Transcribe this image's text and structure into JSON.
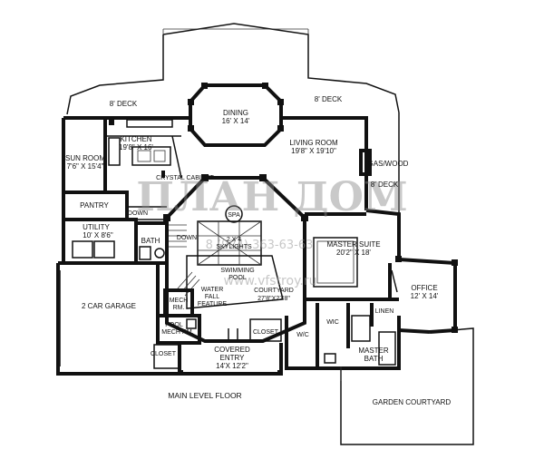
{
  "caption": "MAIN LEVEL FLOOR",
  "watermark": {
    "logo": "ПЛАН ДОМ",
    "phone": "8 (924) 363-63-63",
    "url": "www.vfstroy.ru"
  },
  "rooms": {
    "deck_left": "8' DECK",
    "deck_right": "8' DECK",
    "deck_side": "8' DECK",
    "dining_name": "DINING",
    "dining_size": "16' X 14'",
    "kitchen_name": "KITCHEN",
    "kitchen_size": "19'8\" X 16'",
    "sunroom_name": "SUN ROOM",
    "sunroom_size": "7'6\" X 15'4\"",
    "living_name": "LIVING ROOM",
    "living_size": "19'8\" X 19'10\"",
    "crystal_cabinet": "CRYSTAL CABINET",
    "gas_wood": "GAS/WOOD",
    "pantry": "PANTRY",
    "down_1": "DOWN",
    "down_2": "DOWN",
    "utility_name": "UTILITY",
    "utility_size": "10' X 8'6\"",
    "bath": "BATH",
    "spa": "SPA",
    "skylights_1": "2 X 4",
    "skylights_2": "SKYLIGHTS",
    "pool_1": "SWIMMING",
    "pool_2": "POOL",
    "courtyard_name": "COURTYARD",
    "courtyard_size": "27'8\"X27'8\"",
    "water_1": "WATER",
    "water_2": "FALL",
    "water_3": "FEATURE",
    "mech_1": "MECH",
    "mech_2": "RM.",
    "pool_mech_1": "POOL",
    "pool_mech_2": "MECH RM.",
    "garage": "2 CAR GARAGE",
    "closet_1": "CLOSET",
    "closet_2": "CLOSET",
    "entry_name": "COVERED",
    "entry_name_2": "ENTRY",
    "entry_size": "14'X 12'2\"",
    "master_suite_name": "MASTER SUITE",
    "master_suite_size": "20'2\" X 18'",
    "office_name": "OFFICE",
    "office_size": "12' X 14'",
    "linen": "LINEN",
    "wic_1": "WIC",
    "wic_2": "W/C",
    "master_bath_1": "MASTER",
    "master_bath_2": "BATH",
    "garden": "GARDEN COURTYARD"
  }
}
